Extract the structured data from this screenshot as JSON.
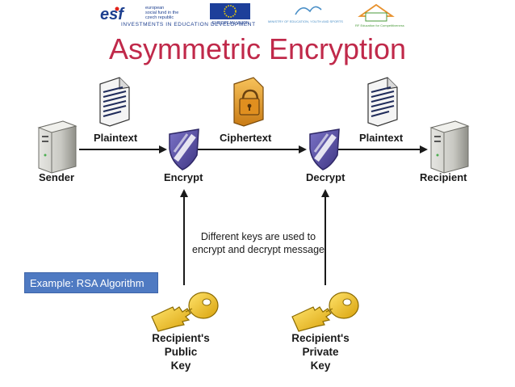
{
  "banner": {
    "esf_text": "esf",
    "esf_subtext": [
      "european",
      "social fund in the",
      "czech republic"
    ],
    "eu_text": "EUROPEAN UNION",
    "ministry_text": "MINISTRY OF EDUCATION, YOUTH AND SPORTS",
    "caption": "INVESTMENTS IN EDUCATION DEVELOPMENT",
    "rf_text": "RF Education for Competitiveness"
  },
  "title": "Asymmetric Encryption",
  "nodes": {
    "sender": "Sender",
    "encrypt": "Encrypt",
    "decrypt": "Decrypt",
    "recipient": "Recipient"
  },
  "edges": {
    "plaintext_left": "Plaintext",
    "ciphertext": "Ciphertext",
    "plaintext_right": "Plaintext"
  },
  "note_lines": [
    "Different keys are used to",
    "encrypt and decrypt message"
  ],
  "keys": {
    "public": [
      "Recipient's",
      "Public",
      "Key"
    ],
    "private": [
      "Recipient's",
      "Private",
      "Key"
    ]
  },
  "example_label": "Example: RSA Algorithm",
  "colors": {
    "title": "#c0294a",
    "shield": "#5a4fa3",
    "key": "#f2c51c",
    "lock": "#e09a2a",
    "example_bg": "#4f7ac2"
  },
  "icons": [
    "server-icon",
    "document-icon",
    "shield-icon",
    "locked-document-icon",
    "key-icon"
  ]
}
